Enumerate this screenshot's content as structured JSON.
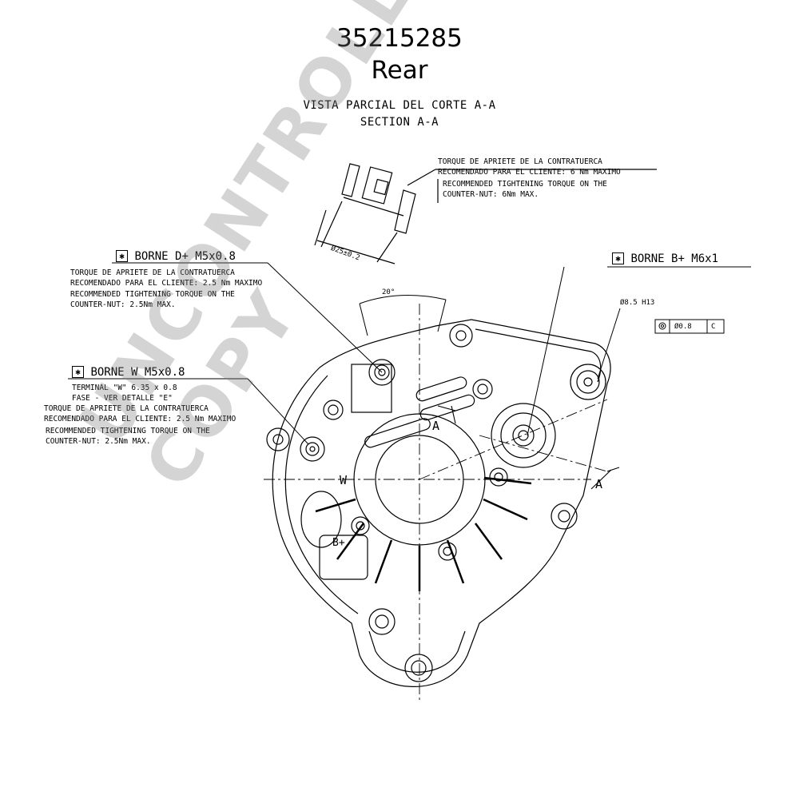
{
  "header": {
    "part_number": "35215285",
    "view": "Rear",
    "section_es": "VISTA PARCIAL DEL CORTE A-A",
    "section_en": "SECTION A-A"
  },
  "notes": {
    "counter_nut": {
      "es_1": "TORQUE DE APRIETE DE LA CONTRATUERCA",
      "es_2": "RECOMENDADO PARA EL CLIENTE: 6 Nm MAXIMO",
      "en_1": "RECOMMENDED TIGHTENING TORQUE ON THE",
      "en_2": "COUNTER-NUT: 6Nm MAX."
    },
    "borne_d": {
      "label": "BORNE D+ M5x0.8",
      "es_1": "TORQUE DE APRIETE DE LA CONTRATUERCA",
      "es_2": "RECOMENDADO PARA EL CLIENTE: 2.5 Nm MAXIMO",
      "en_1": "RECOMMENDED TIGHTENING TORQUE ON THE",
      "en_2": "COUNTER-NUT: 2.5Nm MAX."
    },
    "borne_w": {
      "label": "BORNE W M5x0.8",
      "term_1": "TERMINAL \"W\" 6.35 x 0.8",
      "term_2": "FASE - VER DETALLE \"E\"",
      "es_1": "TORQUE DE APRIETE DE LA CONTRATUERCA",
      "es_2": "RECOMENDADO PARA EL CLIENTE: 2.5 Nm MAXIMO",
      "en_1": "RECOMMENDED TIGHTENING TORQUE ON THE",
      "en_2": "COUNTER-NUT: 2.5Nm MAX."
    },
    "borne_b": {
      "label": "BORNE B+ M6x1"
    }
  },
  "dimensions": {
    "hole": "Ø8.5 H13",
    "tolerance": "Ø0.8",
    "datum": "C",
    "angle": "20°",
    "width": "Ø25±0.2"
  },
  "markers": {
    "section_a": "A",
    "w": "W",
    "b": "B+"
  },
  "watermark": "UNCONTROLLED COPY",
  "symbol": "✱"
}
